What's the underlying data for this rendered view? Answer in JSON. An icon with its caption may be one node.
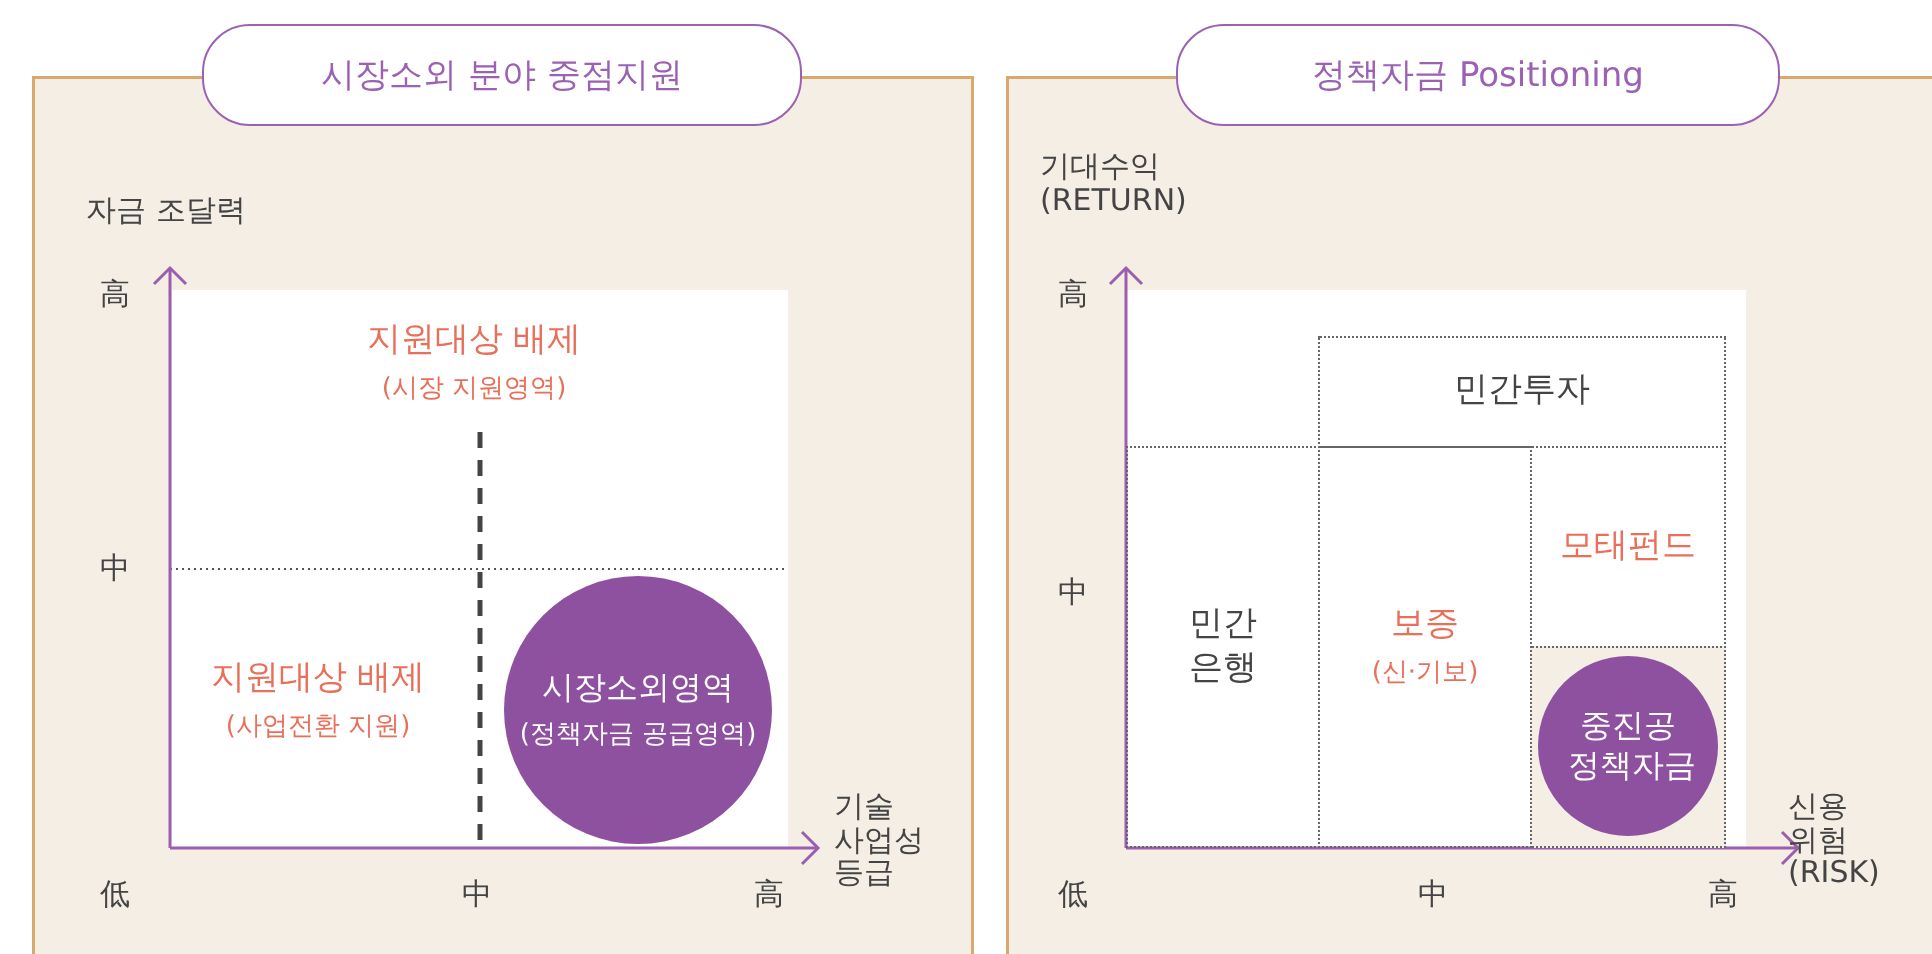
{
  "diagram": {
    "nodes": [
      {
        "text": [
          "시장소외 분야 중점지원"
        ]
      },
      {
        "text": [
          "시장소외영역",
          "(정책자금 공급영역)"
        ],
        "in": 0
      },
      {
        "text": [
          "정책자금 Positioning"
        ]
      },
      {
        "text": [
          "민간투자"
        ],
        "in": 2
      },
      {
        "text": [
          "민간 은행"
        ],
        "in": 2
      },
      {
        "text": [
          "보증",
          "(신·기보)"
        ],
        "in": 2
      },
      {
        "text": [
          "모태펀드"
        ],
        "in": 2
      },
      {
        "text": [],
        "shape": "box",
        "in": 2
      },
      {
        "text": [
          "중진공 정책자금"
        ],
        "in": 7
      }
    ],
    "labels": [
      "자금 조달력",
      "高",
      "지원대상 배제",
      "(시장 지원영역)",
      "中",
      "지원대상 배제",
      "(사업전환 지원)",
      "기술 사업성 등급",
      "低",
      "中",
      "高",
      "기대수익 (RETURN)",
      "高",
      "中",
      "신용 위험 (RISK)",
      "低",
      "中",
      "高"
    ]
  }
}
